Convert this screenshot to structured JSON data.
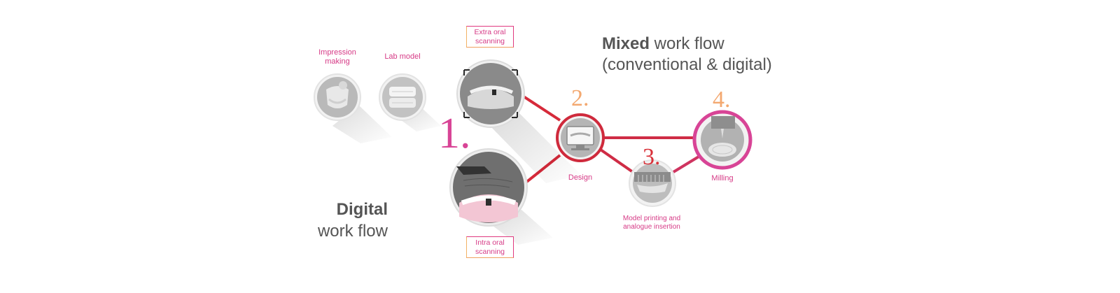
{
  "steps": {
    "impression": "Impression\nmaking",
    "lab_model": "Lab model",
    "extra_oral": "Extra oral\nscanning",
    "intra_oral": "Intra oral\nscanning",
    "design": "Design",
    "printing": "Model printing and\nanalogue insertion",
    "milling": "Milling"
  },
  "numbers": {
    "n1": "1.",
    "n2": "2.",
    "n3": "3.",
    "n4": "4."
  },
  "mixed": {
    "bold": "Mixed",
    "rest": " work flow",
    "line2": "(conventional & digital)"
  },
  "digital": {
    "bold": "Digital",
    "line2": "work flow"
  },
  "colors": {
    "orange": "#f0a050",
    "red": "#d62a3a",
    "magenta": "#d43c8c",
    "gray": "#9a9a9a"
  }
}
